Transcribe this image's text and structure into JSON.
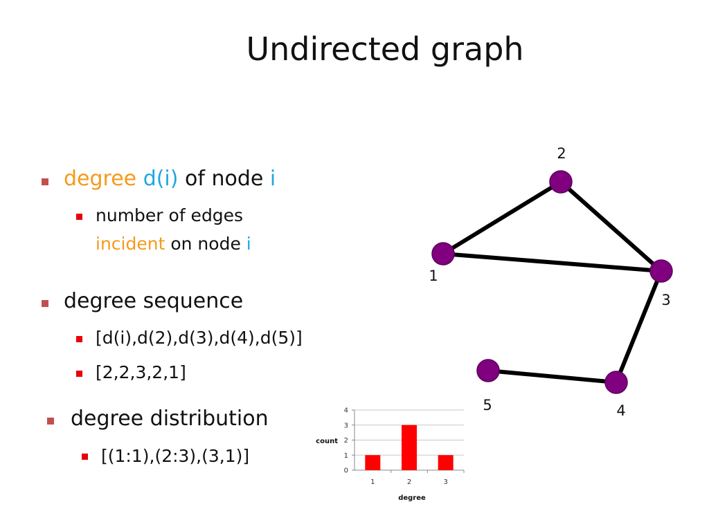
{
  "title": "Undirected graph",
  "bullets": {
    "degree": {
      "w1": "degree",
      "w2": "d(i)",
      "w3": "of node",
      "w4": "i",
      "sub": {
        "line1": "number of edges",
        "w1": "incident",
        "w2": "on node",
        "w3": "i"
      }
    },
    "sequence": {
      "label": "degree sequence",
      "sub1": "[d(i),d(2),d(3),d(4),d(5)]",
      "sub2": "[2,2,3,2,1]"
    },
    "distribution": {
      "label": "degree distribution",
      "sub1": "[(1:1),(2:3),(3,1)]"
    }
  },
  "graph": {
    "node_color": "#800080",
    "edge_color": "#000000",
    "nodes": [
      {
        "id": "1",
        "label": "1"
      },
      {
        "id": "2",
        "label": "2"
      },
      {
        "id": "3",
        "label": "3"
      },
      {
        "id": "4",
        "label": "4"
      },
      {
        "id": "5",
        "label": "5"
      }
    ],
    "edges": [
      [
        "1",
        "2"
      ],
      [
        "1",
        "3"
      ],
      [
        "2",
        "3"
      ],
      [
        "3",
        "4"
      ],
      [
        "4",
        "5"
      ]
    ]
  },
  "chart_data": {
    "type": "bar",
    "categories": [
      "1",
      "2",
      "3"
    ],
    "values": [
      1,
      3,
      1
    ],
    "xlabel": "degree",
    "ylabel": "count",
    "ylim": [
      0,
      4
    ],
    "yticks": [
      0,
      1,
      2,
      3,
      4
    ],
    "grid": true,
    "bar_color": "#ff0000"
  }
}
